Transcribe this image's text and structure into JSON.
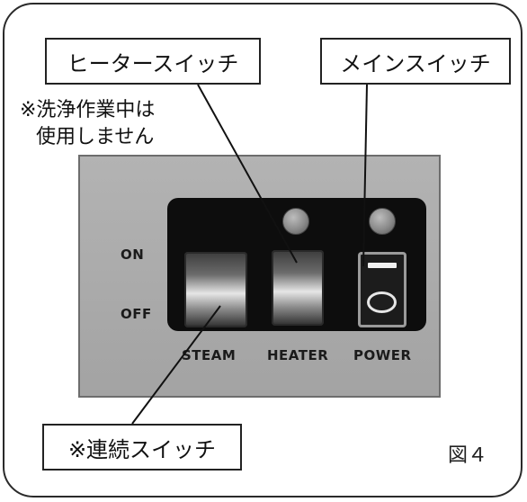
{
  "callouts": {
    "heater_switch": "ヒータースイッチ",
    "main_switch": "メインスイッチ",
    "continuous_switch": "※連続スイッチ"
  },
  "note": {
    "line1": "※洗浄作業中は",
    "line2": "使用しません"
  },
  "panel": {
    "on_label": "ON",
    "off_label": "OFF",
    "switch_labels": [
      "STEAM",
      "HEATER",
      "POWER"
    ]
  },
  "figure_label": "図４",
  "colors": {
    "panel_face": "#aaaaaa",
    "switch_housing": "#0d0d0d",
    "indicator_lamp": "#8a8a8a",
    "outline": "#222222"
  }
}
